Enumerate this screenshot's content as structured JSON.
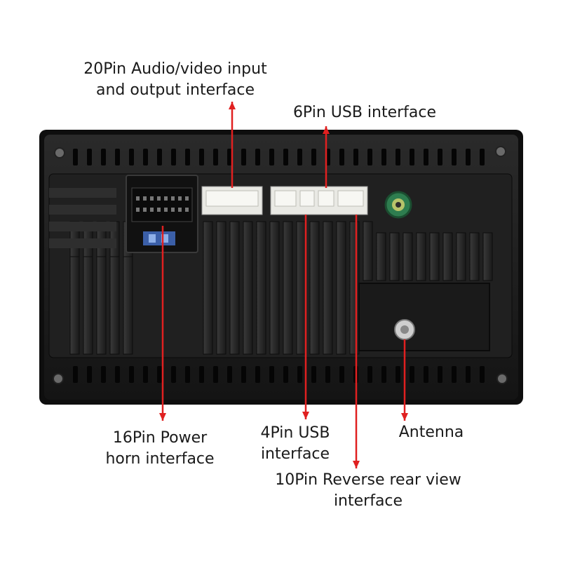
{
  "labels": {
    "av_interface": [
      "20Pin Audio/video input",
      "and output interface"
    ],
    "usb6": [
      "6Pin USB interface"
    ],
    "power16": [
      "16Pin Power",
      "horn interface"
    ],
    "usb4": [
      "4Pin USB",
      "interface"
    ],
    "antenna": [
      "Antenna"
    ],
    "reverse10": [
      "10Pin Reverse rear view",
      "interface"
    ]
  },
  "colors": {
    "arrow": "#e02020",
    "housing": "#1c1c1c",
    "connector": "#f2f2ee",
    "green_port": "#2e7d4f"
  }
}
